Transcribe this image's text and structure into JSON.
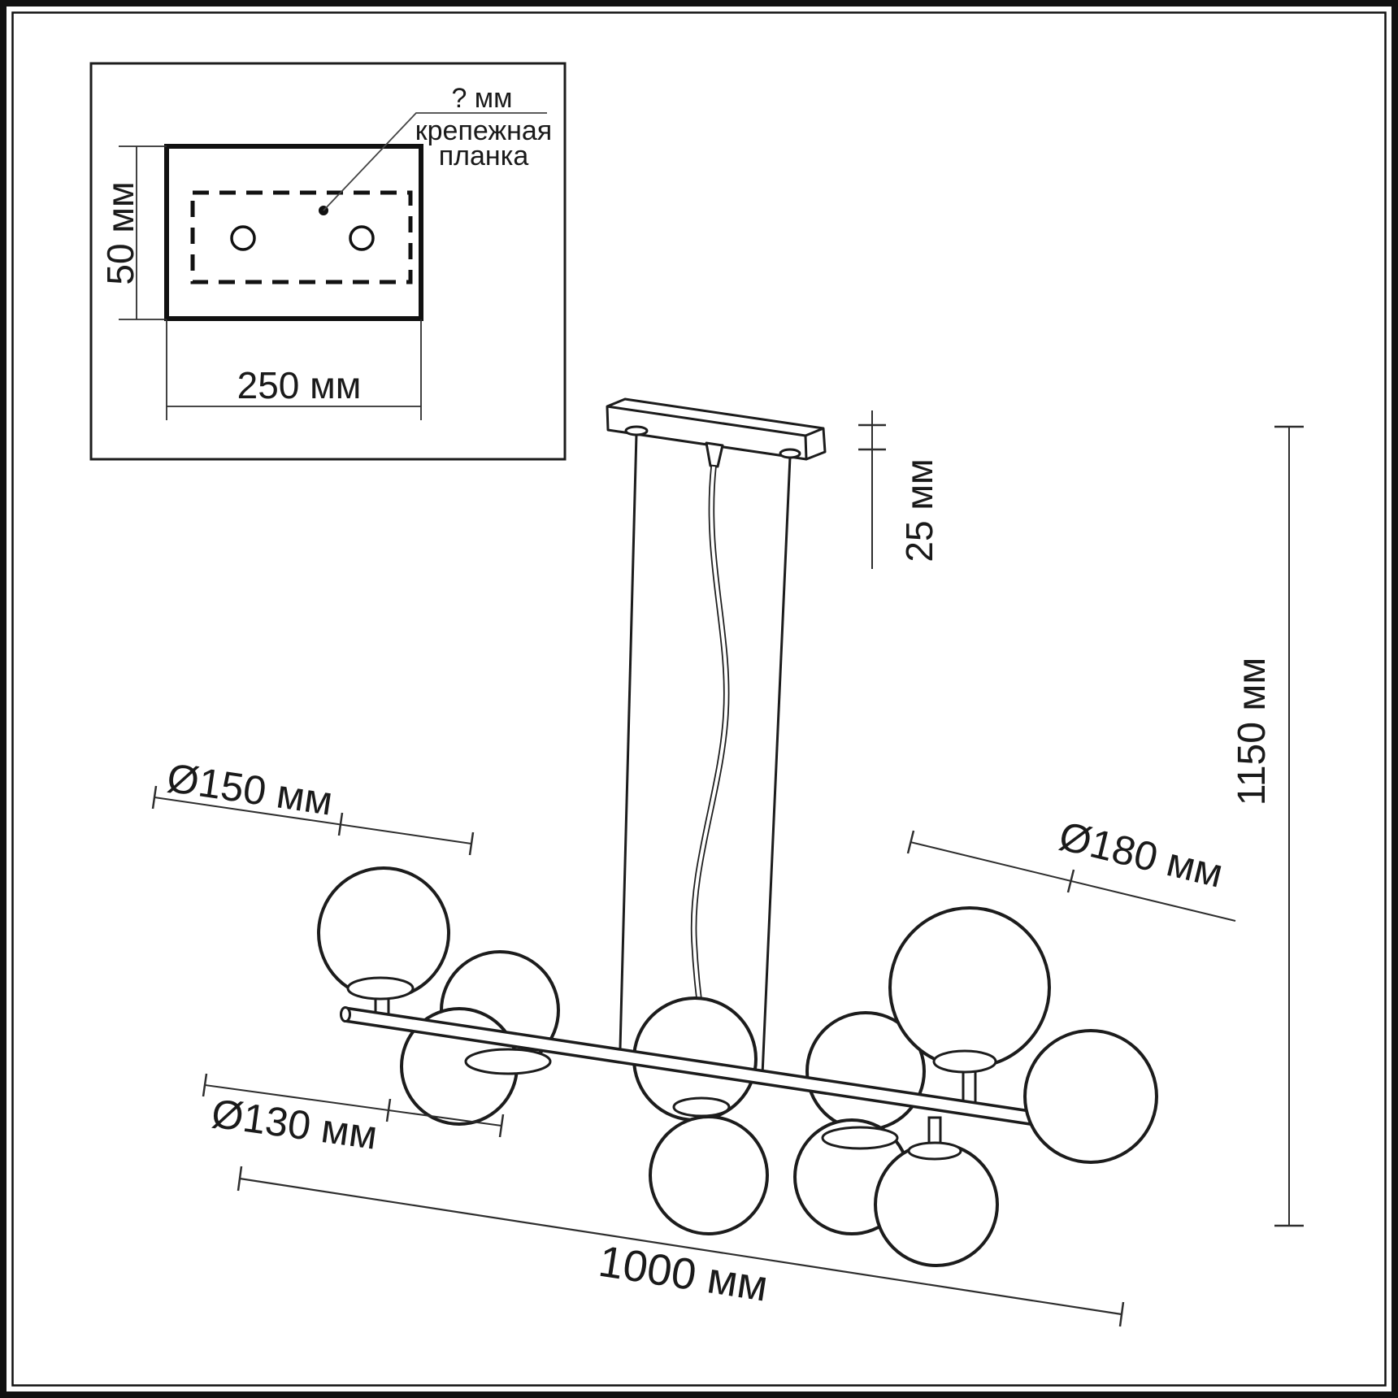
{
  "inset": {
    "plate_thickness_label": "? мм",
    "callout": {
      "line1": "крепежная",
      "line2": "планка"
    },
    "height_label": "50 мм",
    "width_label": "250 мм"
  },
  "dimensions": {
    "shade_medium_diameter": "Ø150 мм",
    "shade_small_diameter": "Ø130 мм",
    "shade_large_diameter": "Ø180 мм",
    "canopy_height": "25 мм",
    "overall_height": "1150 мм",
    "overall_length": "1000 мм"
  },
  "colors": {
    "line": "#1c1c1c",
    "dimension_line": "#2e2e2e",
    "background": "#ffffff"
  }
}
